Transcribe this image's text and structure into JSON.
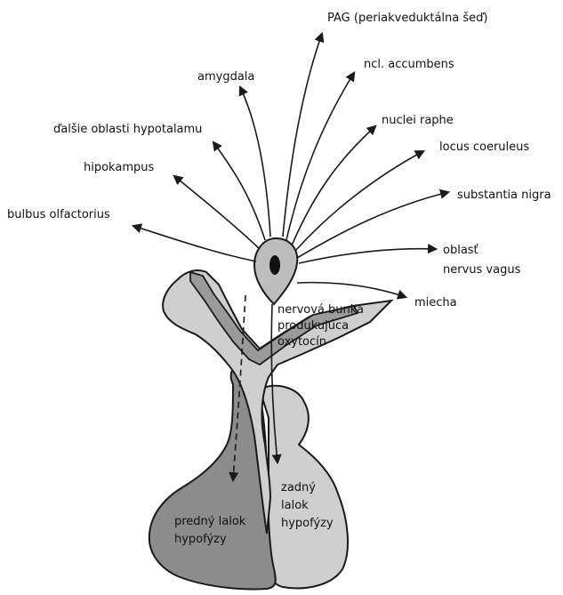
{
  "diagram": {
    "targets": [
      {
        "id": "pag",
        "label": "PAG (periakveduktálna šeď)"
      },
      {
        "id": "accumbens",
        "label": "ncl. accumbens"
      },
      {
        "id": "amygdala",
        "label": "amygdala"
      },
      {
        "id": "hypothalamus",
        "label": "ďalšie oblasti hypotalamu"
      },
      {
        "id": "raphe",
        "label": "nuclei raphe"
      },
      {
        "id": "coeruleus",
        "label": "locus coeruleus"
      },
      {
        "id": "hippocampus",
        "label": "hipokampus"
      },
      {
        "id": "nigra",
        "label": "substantia nigra"
      },
      {
        "id": "olfactory",
        "label": "bulbus olfactorius"
      },
      {
        "id": "vagus",
        "label_line1": "oblasť",
        "label_line2": "nervus vagus"
      },
      {
        "id": "spinal",
        "label": "miecha"
      }
    ],
    "neuron": {
      "line1": "nervová bunka",
      "line2": "produkujúca",
      "line3": "oxytocín"
    },
    "anterior_lobe": {
      "line1": "predný lalok",
      "line2": "hypofýzy"
    },
    "posterior_lobe": {
      "line1": "zadný",
      "line2": "lalok",
      "line3": "hypofýzy"
    },
    "colors": {
      "dark_gray": "#8c8c8c",
      "light_gray": "#cfcfcf",
      "mid_gray": "#9a9a9a",
      "stroke": "#1a1a1a"
    }
  }
}
